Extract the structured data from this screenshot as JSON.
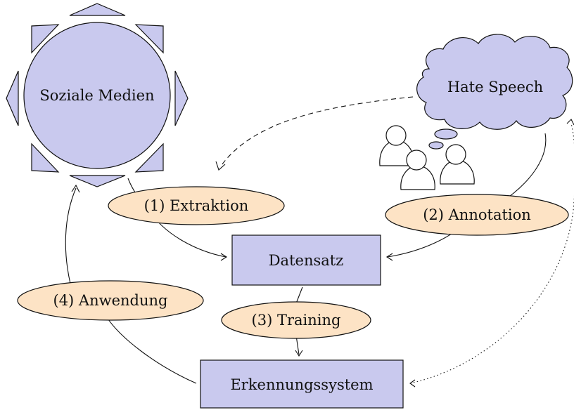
{
  "diagram": {
    "nodes": {
      "social_media": "Soziale Medien",
      "hate_speech": "Hate Speech",
      "dataset": "Datensatz",
      "detection_system": "Erkennungssystem"
    },
    "steps": {
      "extraction": "(1) Extraktion",
      "annotation": "(2) Annotation",
      "training": "(3) Training",
      "application": "(4) Anwendung"
    },
    "icons": {
      "annotators": "people-icon",
      "speech_bubbles": "speech-bubble-icon"
    },
    "colors": {
      "node_fill": "#c9c9ee",
      "step_fill": "#fde3c5",
      "stroke": "#111111"
    }
  }
}
